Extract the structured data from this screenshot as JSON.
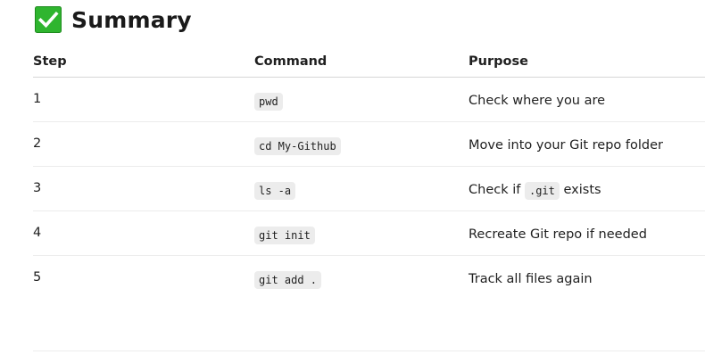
{
  "summary": {
    "title": "Summary",
    "title_icon": "white-check-mark-icon",
    "icon_color": "#2fb52f"
  },
  "table": {
    "headers": [
      "Step",
      "Command",
      "Purpose"
    ],
    "rows": [
      {
        "step": "1",
        "command": "pwd",
        "purpose": "Check where you are"
      },
      {
        "step": "2",
        "command": "cd My-Github",
        "purpose": "Move into your Git repo folder"
      },
      {
        "step": "3",
        "command": "ls -a",
        "purpose_before": "Check if",
        "purpose_code": ".git",
        "purpose_after": "exists"
      },
      {
        "step": "4",
        "command": "git init",
        "purpose": "Recreate Git repo if needed"
      },
      {
        "step": "5",
        "command": "git add .",
        "purpose": "Track all files again"
      }
    ]
  }
}
